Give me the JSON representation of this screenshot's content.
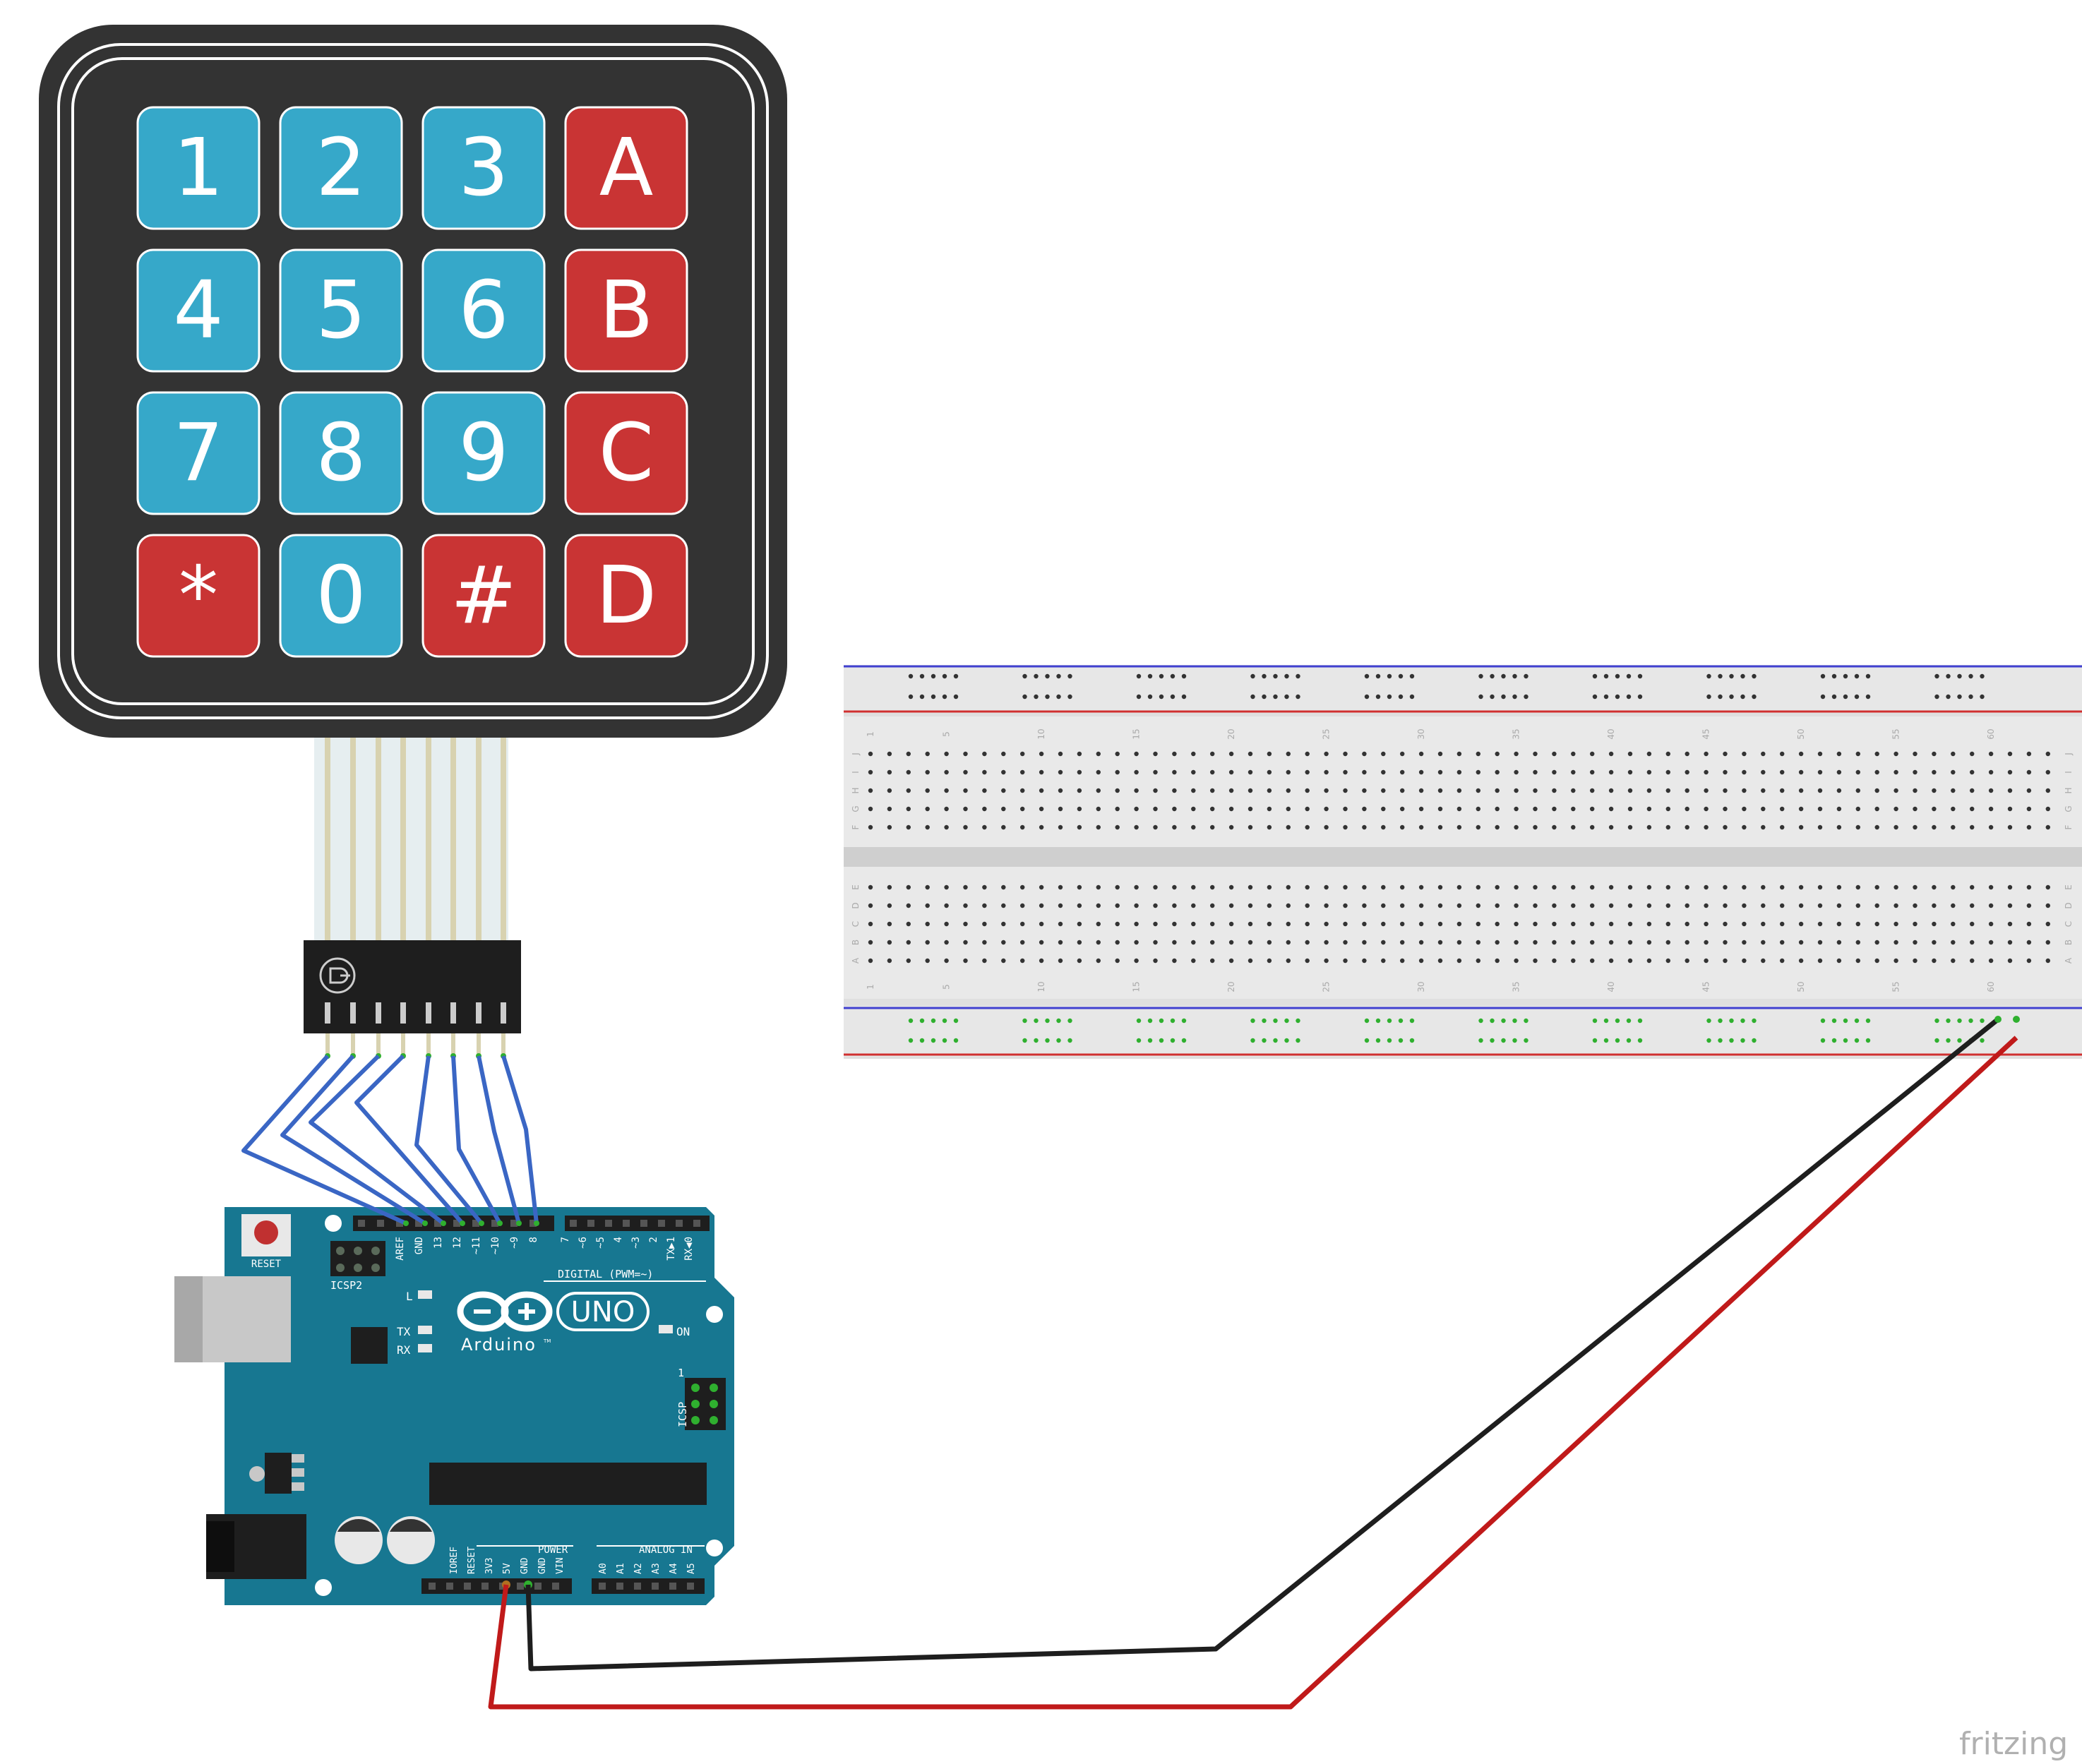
{
  "keypad": {
    "keys": [
      {
        "label": "1",
        "color": "blue"
      },
      {
        "label": "2",
        "color": "blue"
      },
      {
        "label": "3",
        "color": "blue"
      },
      {
        "label": "A",
        "color": "red"
      },
      {
        "label": "4",
        "color": "blue"
      },
      {
        "label": "5",
        "color": "blue"
      },
      {
        "label": "6",
        "color": "blue"
      },
      {
        "label": "B",
        "color": "red"
      },
      {
        "label": "7",
        "color": "blue"
      },
      {
        "label": "8",
        "color": "blue"
      },
      {
        "label": "9",
        "color": "blue"
      },
      {
        "label": "C",
        "color": "red"
      },
      {
        "label": "*",
        "color": "red"
      },
      {
        "label": "0",
        "color": "blue"
      },
      {
        "label": "#",
        "color": "red"
      },
      {
        "label": "D",
        "color": "red"
      }
    ]
  },
  "arduino": {
    "reset_label": "RESET",
    "icsp2_label": "ICSP2",
    "icsp_label": "ICSP",
    "icsp_pin1": "1",
    "digital_label": "DIGITAL (PWM=~)",
    "digital_pins": [
      "AREF",
      "GND",
      "13",
      "12",
      "~11",
      "~10",
      "~9",
      "8",
      "7",
      "~6",
      "~5",
      "4",
      "~3",
      "2",
      "TX▶1",
      "RX◀0"
    ],
    "power_label": "POWER",
    "power_pins": [
      "IOREF",
      "RESET",
      "3V3",
      "5V",
      "GND",
      "GND",
      "VIN"
    ],
    "analog_label": "ANALOG IN",
    "analog_pins": [
      "A0",
      "A1",
      "A2",
      "A3",
      "A4",
      "A5"
    ],
    "led_l": "L",
    "led_tx": "TX",
    "led_rx": "RX",
    "led_on": "ON",
    "uno_label": "UNO",
    "brand": "Arduino",
    "tm": "TM"
  },
  "breadboard": {
    "column_numbers": [
      "1",
      "5",
      "10",
      "15",
      "20",
      "25",
      "30",
      "35",
      "40",
      "45",
      "50",
      "55",
      "60"
    ],
    "rows_top": [
      "J",
      "I",
      "H",
      "G",
      "F"
    ],
    "rows_bottom": [
      "E",
      "D",
      "C",
      "B",
      "A"
    ]
  },
  "wires": {
    "keypad_color": "#3a66c4",
    "gnd_color": "#1e1e1e",
    "vcc_color": "#c01a1a"
  },
  "colors": {
    "key_blue": "#36a8c9",
    "key_red": "#c93434",
    "keypad_body": "#333333",
    "arduino_teal": "#177791"
  },
  "watermark": "fritzing"
}
